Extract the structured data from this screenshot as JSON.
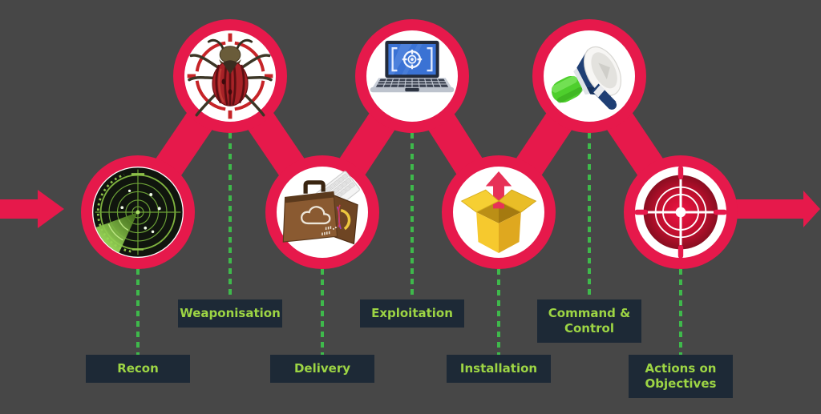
{
  "diagram": {
    "name": "cyber-attack-kill-chain-flow",
    "flow_direction": "left-to-right",
    "entry_arrow": "left-edge-arrow",
    "exit_arrow": "right-edge-arrow"
  },
  "stages": [
    {
      "label": "Recon",
      "icon": "radar-icon",
      "row": "bottom",
      "order": 1
    },
    {
      "label": "Weaponisation",
      "icon": "bug-icon",
      "row": "top",
      "order": 2
    },
    {
      "label": "Delivery",
      "icon": "briefcase-icon",
      "row": "bottom",
      "order": 3
    },
    {
      "label": "Exploitation",
      "icon": "laptop-icon",
      "row": "top",
      "order": 4
    },
    {
      "label": "Installation",
      "icon": "box-icon",
      "row": "bottom",
      "order": 5
    },
    {
      "label": "Command & Control",
      "icon": "megaphone-icon",
      "row": "top",
      "order": 6
    },
    {
      "label": "Actions on Objectives",
      "icon": "target-icon",
      "row": "bottom",
      "order": 7
    }
  ],
  "colors": {
    "background": "#474747",
    "ribbon_red": "#e6194b",
    "circle_fill": "#ffffff",
    "label_background": "#1d2936",
    "label_text_green": "#9dd544",
    "connector_dash_green": "#3eb94b"
  }
}
